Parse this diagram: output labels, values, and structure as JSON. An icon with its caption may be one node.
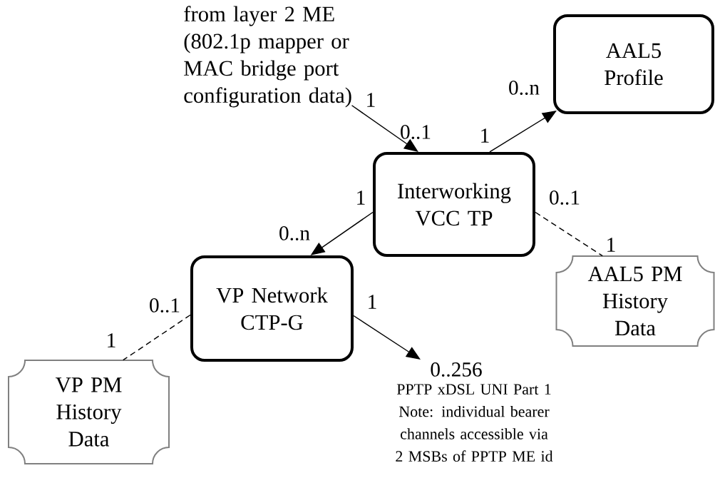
{
  "diagram": {
    "nodes": [
      {
        "text": [
          "from layer 2 ME (802.1p mapper or MAC bridge port configuration data)"
        ]
      },
      {
        "text": [
          "AAL5 Profile"
        ]
      },
      {
        "text": [
          "Interworking VCC TP"
        ]
      },
      {
        "text": [
          "AAL5 PM History Data"
        ]
      },
      {
        "text": [
          "VP Network CTP-G"
        ]
      },
      {
        "text": [
          "VP PM History Data"
        ]
      },
      {
        "text": [
          "PPTP xDSL UNI Part 1",
          "Note: individual bearer channels accessible via 2 MSBs of PPTP ME id"
        ]
      }
    ],
    "edges": [
      {
        "from": 0,
        "to": 2,
        "arrow": "to"
      },
      {
        "from": 2,
        "to": 1,
        "arrow": "to"
      },
      {
        "from": 2,
        "to": 4,
        "arrow": "to"
      },
      {
        "from": 2,
        "to": 3,
        "arrow": "none",
        "style": "dashed"
      },
      {
        "from": 4,
        "to": 6,
        "arrow": "to"
      },
      {
        "from": 4,
        "to": 5,
        "arrow": "none",
        "style": "dashed"
      }
    ],
    "labels": [
      "0..n",
      "1",
      "0..1",
      "1",
      "1",
      "0..1",
      "0..n",
      "1",
      "1",
      "0..1",
      "1",
      "0..256"
    ]
  }
}
